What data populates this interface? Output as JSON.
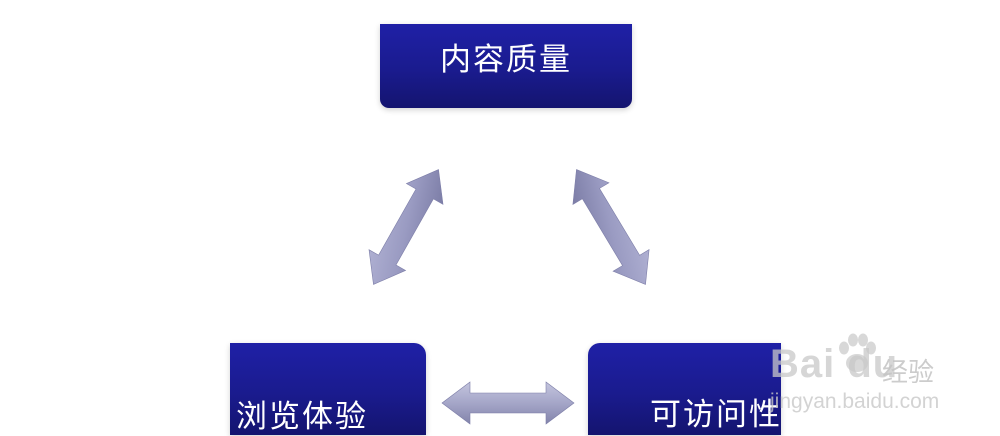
{
  "diagram": {
    "nodes": {
      "top": "内容质量",
      "left": "浏览体验",
      "right": "可访问性"
    },
    "edges": [
      {
        "from": "内容质量",
        "to": "浏览体验",
        "type": "bidirectional"
      },
      {
        "from": "内容质量",
        "to": "可访问性",
        "type": "bidirectional"
      },
      {
        "from": "浏览体验",
        "to": "可访问性",
        "type": "bidirectional"
      }
    ]
  },
  "watermark": {
    "brand": "Bai du",
    "sub": "经验",
    "url": "jingyan.baidu.com"
  },
  "colors": {
    "box": "#1a1b8e",
    "arrow": "#8e8fb8"
  }
}
